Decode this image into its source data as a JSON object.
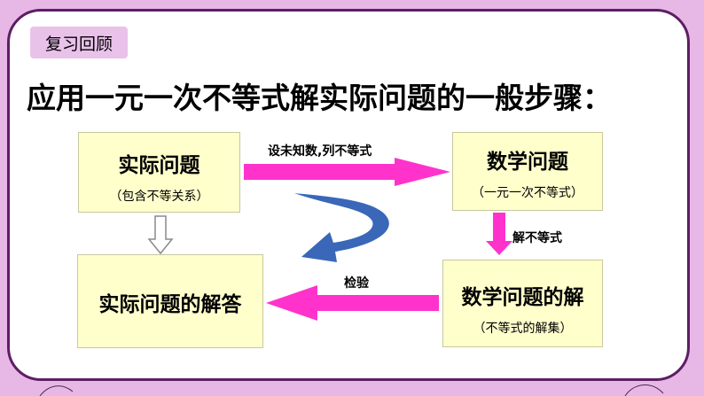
{
  "tag": "复习回顾",
  "title": "应用一元一次不等式解实际问题的一般步骤：",
  "boxes": {
    "real_problem": {
      "main": "实际问题",
      "sub": "（包含不等关系）"
    },
    "math_problem": {
      "main": "数学问题",
      "sub": "（一元一次不等式）"
    },
    "real_answer": {
      "main": "实际问题的解答"
    },
    "math_solution": {
      "main": "数学问题的解",
      "sub": "（不等式的解集）"
    }
  },
  "arrows": {
    "set_unknown": "设未知数,列不等式",
    "solve": "解不等式",
    "verify": "检验"
  },
  "colors": {
    "arrow_magenta": "#ff33cc",
    "arrow_blue": "#3a67b8",
    "box_fill": "#ffffcc",
    "frame": "#5d1e63",
    "background": "#e7b8e6"
  }
}
